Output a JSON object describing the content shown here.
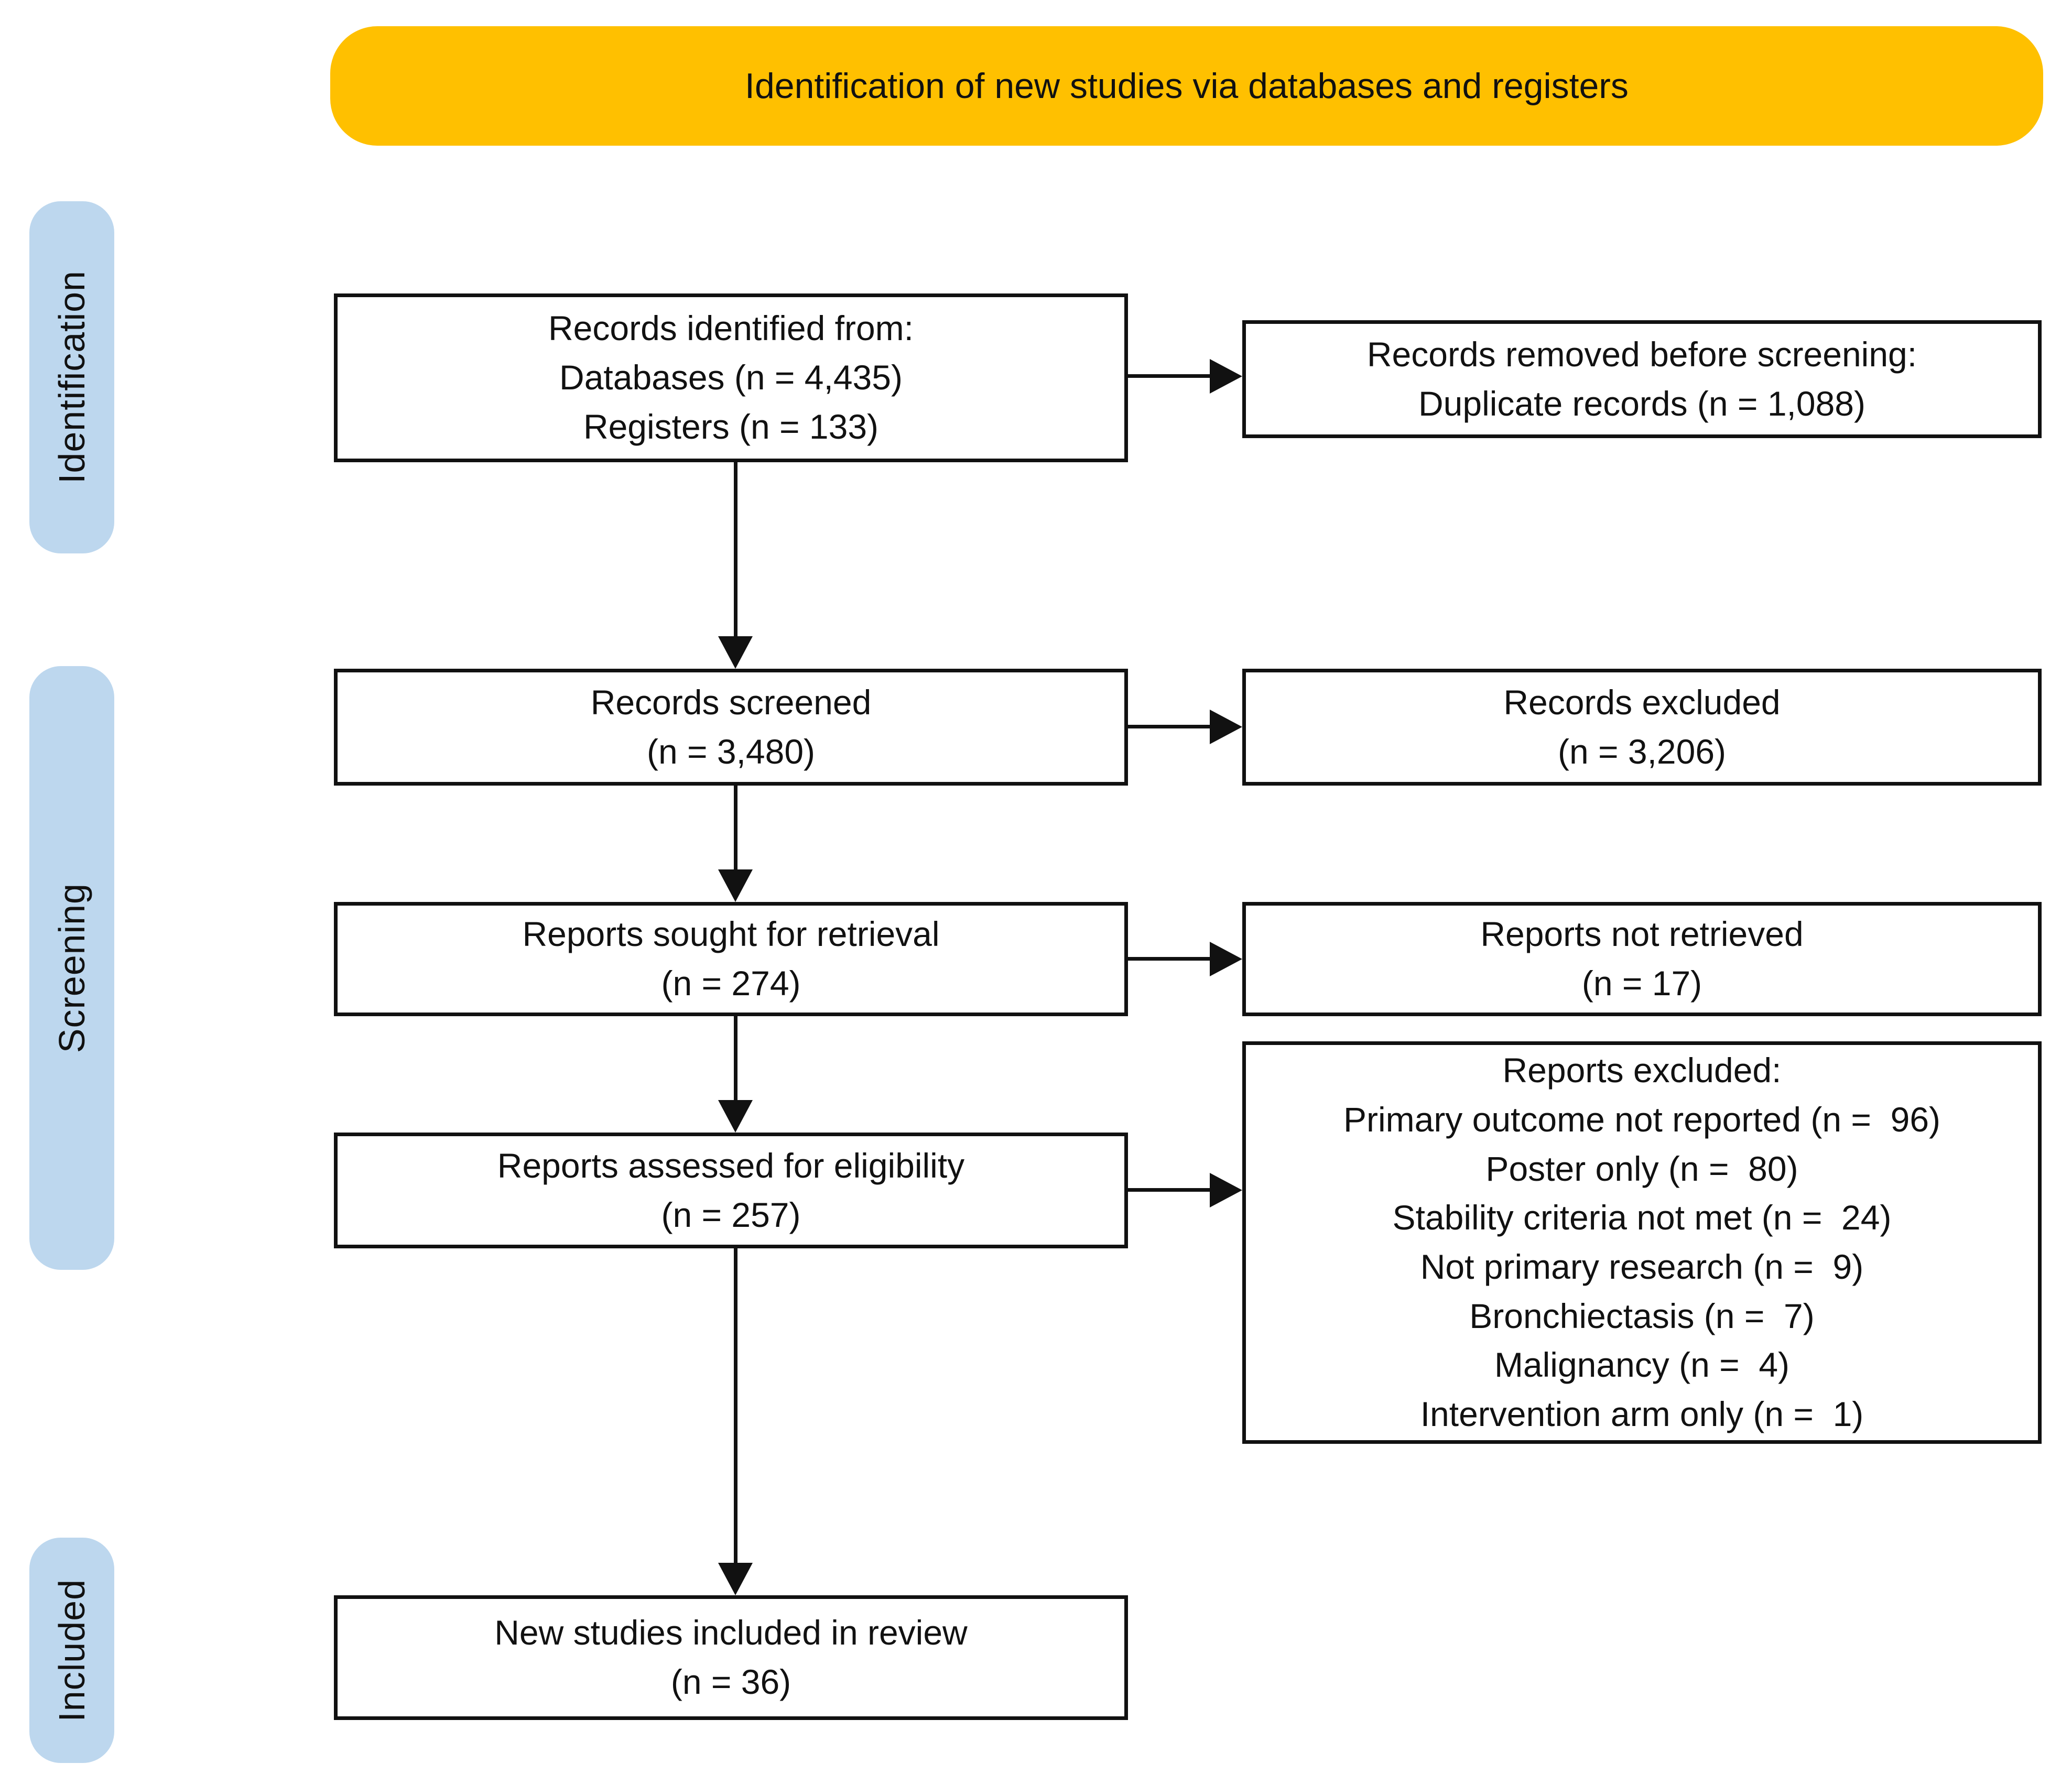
{
  "banner": {
    "label": "Identification of new studies via databases and registers",
    "bg": "#FFC000"
  },
  "stage_bg": "#BDD7EE",
  "stages": [
    {
      "id": "identification",
      "label": "Identification"
    },
    {
      "id": "screening",
      "label": "Screening"
    },
    {
      "id": "included",
      "label": "Included"
    }
  ],
  "flow": {
    "main": [
      {
        "id": "records-identified",
        "text": "Records identified from:\nDatabases (n = 4,435)\nRegisters (n = 133)"
      },
      {
        "id": "records-screened",
        "text": "Records screened\n(n = 3,480)"
      },
      {
        "id": "reports-sought",
        "text": "Reports sought for retrieval\n(n = 274)"
      },
      {
        "id": "reports-assessed",
        "text": "Reports assessed for eligibility\n(n = 257)"
      },
      {
        "id": "new-studies-included",
        "text": "New studies included in review\n(n = 36)"
      }
    ],
    "side": [
      {
        "id": "records-removed",
        "text": "Records removed before screening:\nDuplicate records (n = 1,088)"
      },
      {
        "id": "records-excluded",
        "text": "Records excluded\n(n = 3,206)"
      },
      {
        "id": "reports-not-retrieved",
        "text": "Reports not retrieved\n(n = 17)"
      },
      {
        "id": "reports-excluded",
        "text": "Reports excluded:\nPrimary outcome not reported (n =  96)\nPoster only (n =  80)\nStability criteria not met (n =  24)\nNot primary research (n =  9)\nBronchiectasis (n =  7)\nMalignancy (n =  4)\nIntervention arm only (n =  1)"
      }
    ]
  }
}
